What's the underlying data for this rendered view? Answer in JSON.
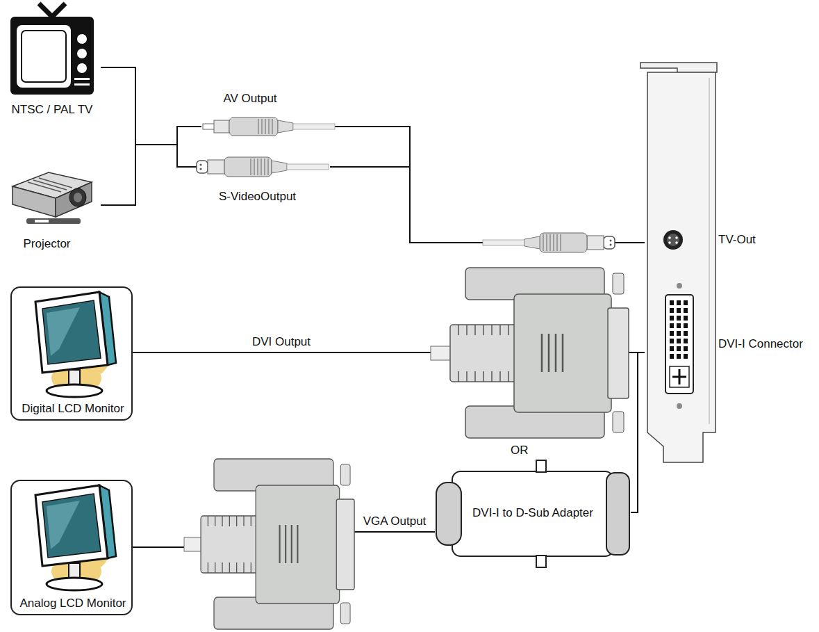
{
  "diagram": {
    "nodes": [
      {
        "text": [
          "NTSC / PAL TV"
        ]
      },
      {
        "text": [
          "AV Output"
        ]
      },
      {
        "text": [
          "S-VideoOutput"
        ]
      },
      {
        "text": [
          "Projector"
        ]
      },
      {
        "text": [
          "TV-Out",
          "DVI-I Connector"
        ]
      },
      {
        "text": [
          "Digital LCD Monitor"
        ]
      },
      {
        "text": [
          "DVI-I to D-Sub Adapter"
        ]
      },
      {
        "text": [
          "Analog LCD Monitor"
        ]
      }
    ],
    "edges": [
      {
        "from": 0,
        "to": 1,
        "arrow": "none"
      },
      {
        "from": 0,
        "to": 2,
        "arrow": "none"
      },
      {
        "from": 3,
        "to": 1,
        "arrow": "none"
      },
      {
        "from": 3,
        "to": 2,
        "arrow": "none"
      },
      {
        "from": 1,
        "to": 4,
        "arrow": "none"
      },
      {
        "from": 2,
        "to": 4,
        "arrow": "none"
      },
      {
        "from": 5,
        "to": 4,
        "label": "DVI Output",
        "arrow": "none"
      },
      {
        "from": 7,
        "to": 6,
        "label": "VGA Output",
        "arrow": "none"
      },
      {
        "from": 6,
        "to": 4,
        "arrow": "none"
      }
    ],
    "labels": [
      "OR"
    ]
  }
}
